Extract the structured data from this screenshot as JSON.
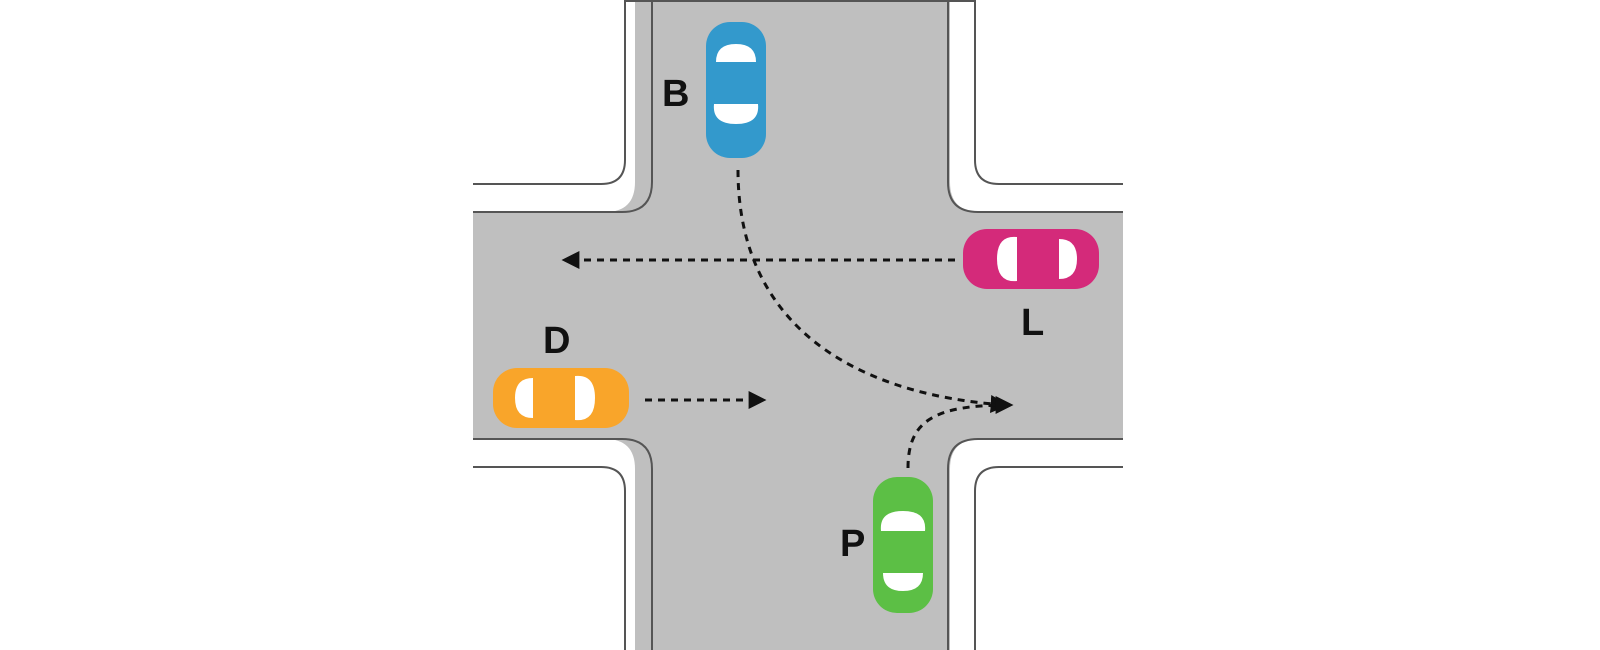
{
  "colors": {
    "road": "#bfbfbf",
    "curb": "#555555",
    "background": "#ffffff",
    "path": "#111111",
    "car_b": "#3399cc",
    "car_l": "#d42a7a",
    "car_d": "#f9a52a",
    "car_p": "#5cbf45",
    "glass": "#ffffff"
  },
  "vehicles": [
    {
      "id": "B",
      "label": "B",
      "color_key": "car_b",
      "heading": "south"
    },
    {
      "id": "L",
      "label": "L",
      "color_key": "car_l",
      "heading": "west"
    },
    {
      "id": "D",
      "label": "D",
      "color_key": "car_d",
      "heading": "east"
    },
    {
      "id": "P",
      "label": "P",
      "color_key": "car_p",
      "heading": "north"
    }
  ],
  "paths": [
    {
      "vehicle": "B",
      "movement": "left-turn"
    },
    {
      "vehicle": "L",
      "movement": "straight"
    },
    {
      "vehicle": "D",
      "movement": "straight"
    },
    {
      "vehicle": "P",
      "movement": "right-turn"
    }
  ]
}
